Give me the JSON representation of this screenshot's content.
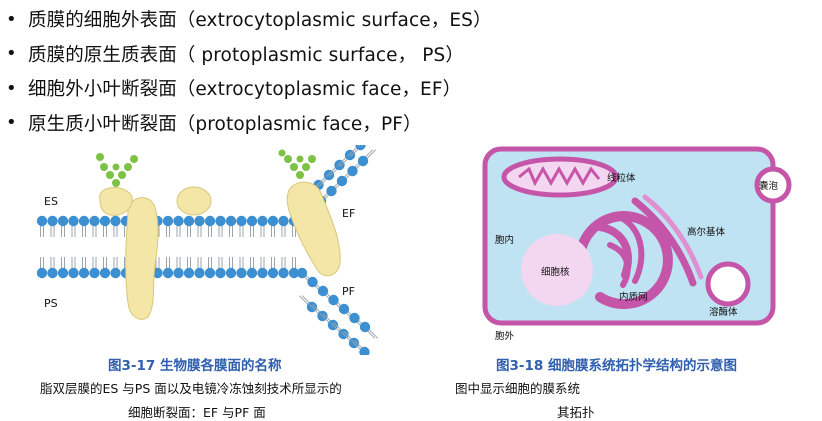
{
  "bullets": [
    {
      "text": "质膜的细胞外表面（extrocytoplasmic surface，ES）"
    },
    {
      "text": "质膜的原生质表面（ protoplasmic surface， PS）"
    },
    {
      "text": "细胞外小叶断裂面（extrocytoplasmic face，EF）"
    },
    {
      "text": "原生质小叶断裂面（protoplasmic face，PF）"
    }
  ],
  "left_figure": {
    "labels": {
      "es": "ES",
      "ps": "PS",
      "ef": "EF",
      "pf": "PF"
    },
    "caption": "图3-17  生物膜各膜面的名称",
    "desc_line1": "脂双层膜的ES 与PS 面以及电镜冷冻蚀刻技术所显示的",
    "desc_line2": "细胞断裂面：EF 与PF 面"
  },
  "right_figure": {
    "labels": {
      "mitochondria": "线粒体",
      "vesicle": "囊泡",
      "golgi": "高尔基体",
      "intracellular": "胞内",
      "nucleus": "细胞核",
      "er": "内质网",
      "lysosome": "溶酶体",
      "extracellular": "胞外"
    },
    "caption": "图3-18  细胞膜系统拓扑学结构的示意图",
    "desc_line1": "图中显示细胞的膜系统",
    "desc_line2": "其拓扑"
  },
  "colors": {
    "caption_blue": "#2f5fae",
    "lipid_head": "#3c8fd0",
    "protein": "#f3e6a6",
    "cell_fill": "#bfe3f2",
    "membrane_pink": "#c455a8",
    "sugar_green": "#7dc242"
  }
}
